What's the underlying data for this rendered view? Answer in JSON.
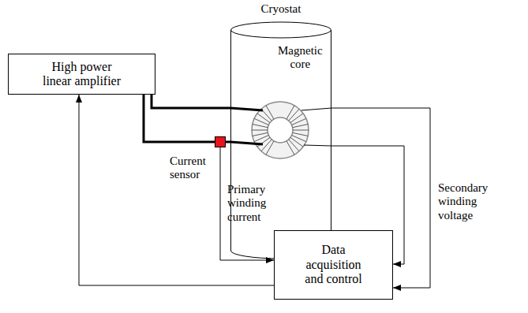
{
  "diagram": {
    "nodes": [
      {
        "text": [
          "Cryostat"
        ]
      },
      {
        "text": [
          "High power linear amplifier"
        ]
      },
      {
        "text": [
          "Data acquisition and control"
        ]
      },
      {
        "text": [
          "Current sensor"
        ]
      }
    ],
    "edges": [
      {
        "from": 1,
        "to": 0,
        "arrow": "none"
      },
      {
        "from": 1,
        "to": 3,
        "arrow": "none"
      },
      {
        "from": 3,
        "to": 0,
        "arrow": "none"
      },
      {
        "from": 0,
        "to": 2,
        "arrow": "to"
      },
      {
        "from": 0,
        "to": 2,
        "arrow": "to"
      },
      {
        "from": 3,
        "to": 2,
        "arrow": "to"
      },
      {
        "from": 2,
        "to": 1,
        "arrow": "to"
      }
    ],
    "labels": [
      "Magnetic core",
      "Primary winding current",
      "Secondary winding voltage"
    ]
  }
}
